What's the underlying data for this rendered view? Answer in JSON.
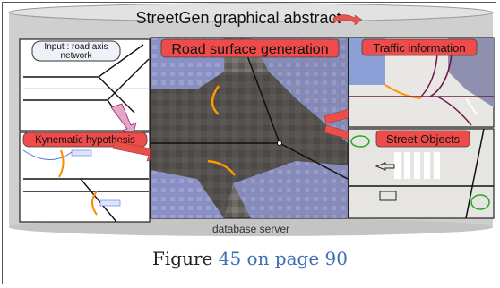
{
  "abstract": {
    "title": "StreetGen graphical abstract",
    "panels": {
      "input": "Input : road axis network",
      "kinematic": "Kynematic hypothesis",
      "surface": "Road surface generation",
      "traffic": "Traffic information",
      "objects": "Street Objects"
    },
    "footer": "database server"
  },
  "caption": {
    "prefix": "Figure ",
    "ref": "45 on page 90"
  },
  "colors": {
    "label_bg": "#ee4444",
    "label_text": "#111111",
    "cylinder": "#c8c8c8",
    "caption_link": "#3b6fb6"
  }
}
